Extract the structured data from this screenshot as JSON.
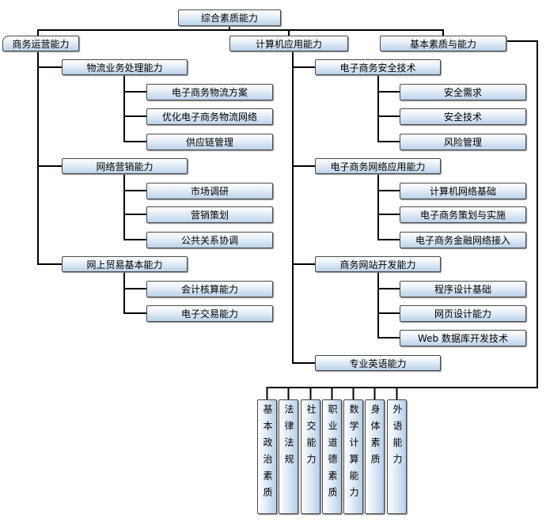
{
  "root": {
    "label": "综合素质能力"
  },
  "branches": [
    {
      "label": "商务运营能力",
      "groups": [
        {
          "label": "物流业务处理能力",
          "items": [
            "电子商务物流方案",
            "优化电子商务物流网络",
            "供应链管理"
          ]
        },
        {
          "label": "网络营销能力",
          "items": [
            "市场调研",
            "营销策划",
            "公共关系协调"
          ]
        },
        {
          "label": "网上贸易基本能力",
          "items": [
            "会计核算能力",
            "电子交易能力"
          ]
        }
      ]
    },
    {
      "label": "计算机应用能力",
      "groups": [
        {
          "label": "电子商务安全技术",
          "items": [
            "安全需求",
            "安全技术",
            "风险管理"
          ]
        },
        {
          "label": "电子商务网络应用能力",
          "items": [
            "计算机网络基础",
            "电子商务策划与实施",
            "电子商务金融网络接入"
          ]
        },
        {
          "label": "商务网站开发能力",
          "items": [
            "程序设计基础",
            "网页设计能力",
            "Web 数据库开发技术"
          ]
        },
        {
          "label": "专业英语能力",
          "items": []
        }
      ]
    },
    {
      "label": "基本素质与能力",
      "items": [
        "基本政治素质",
        "法律法规",
        "社交能力",
        "职业道德素质",
        "数学计算能力",
        "身体素质",
        "外语能力"
      ]
    }
  ],
  "colors": {
    "box_border": "#4a4a4a",
    "box_fill_top": "#ffffff",
    "box_fill_bottom": "#bcd2ea",
    "connector": "#000000"
  }
}
